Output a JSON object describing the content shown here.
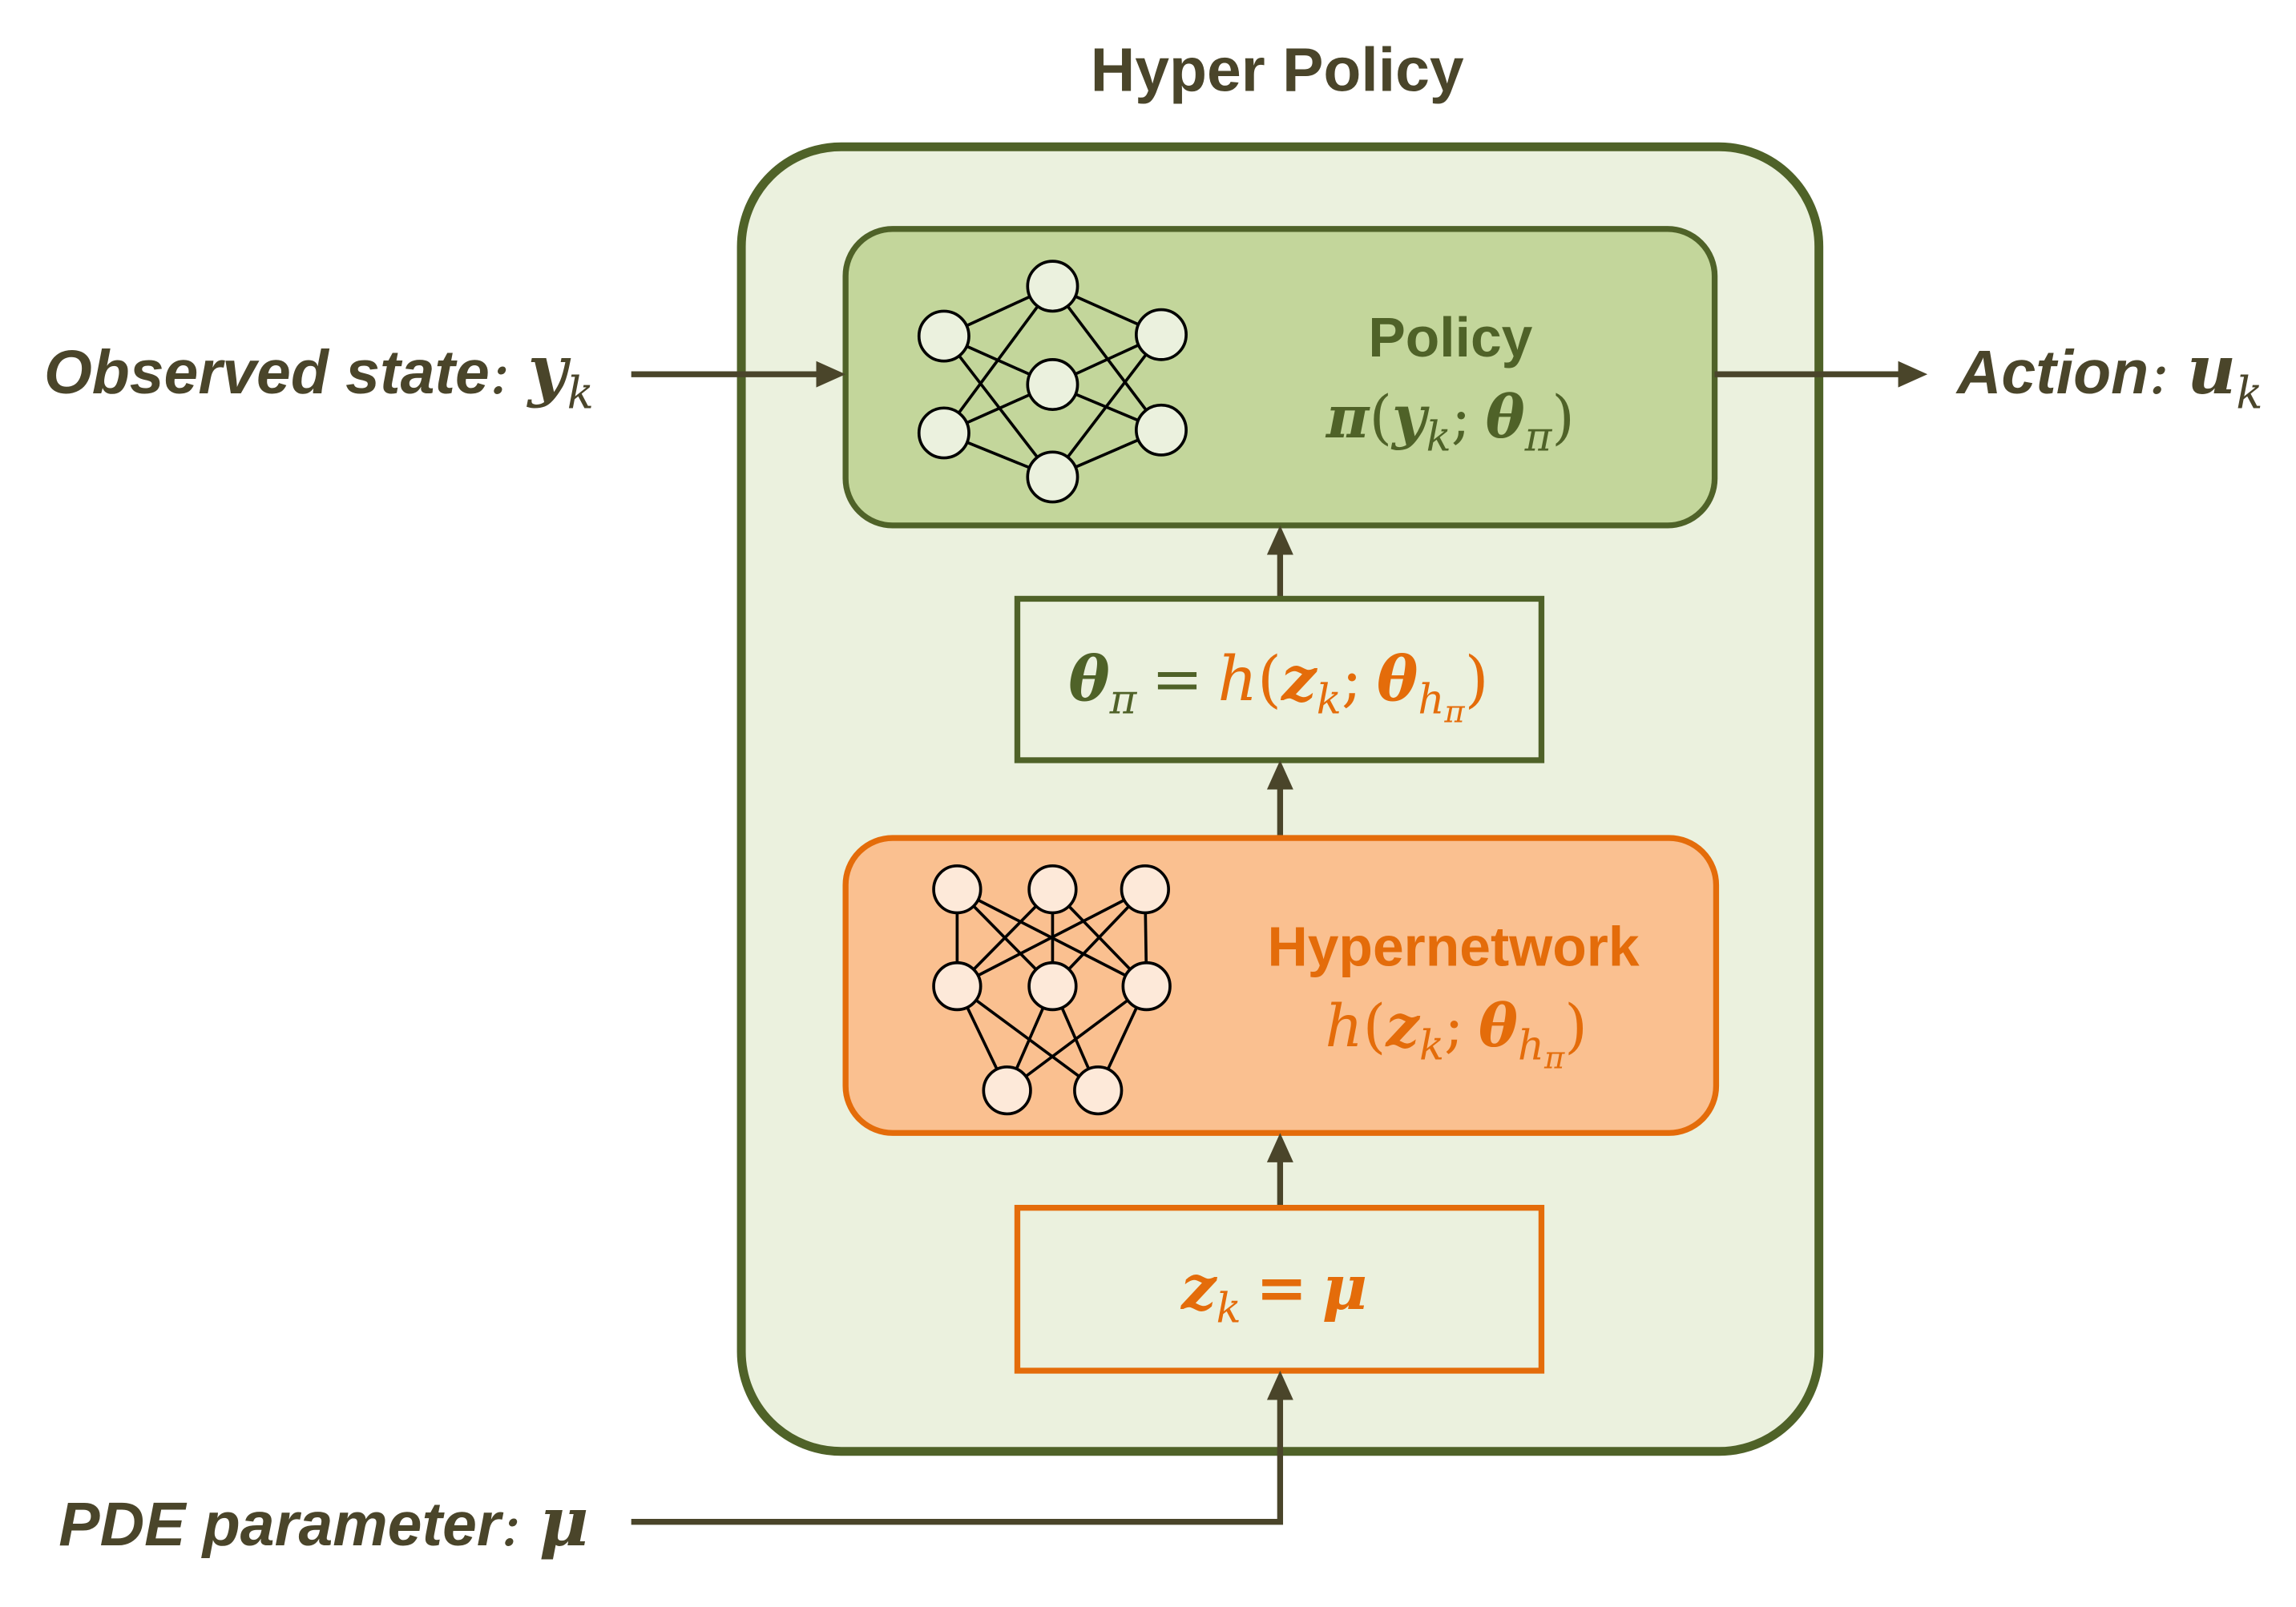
{
  "title": "Hyper Policy",
  "colors": {
    "ink": "#4a452a",
    "policy_green": "#4f6228",
    "hypernetwork_orange": "#e46c0a",
    "container_fill": "#ebf1de",
    "policy_fill": "#c3d69b",
    "hypernetwork_fill": "#fac090",
    "policy_node_fill": "#ebf1de",
    "hypernetwork_node_fill": "#fde9d9"
  },
  "icons": {
    "policy": "neural-network-icon",
    "hypernetwork": "neural-network-icon"
  },
  "inputs": {
    "observed_state": {
      "label": "Observed state",
      "separator": ":",
      "symbol": "y",
      "subscript": "k"
    },
    "pde_parameter": {
      "label": "PDE parameter",
      "separator": ":",
      "symbol": "μ"
    }
  },
  "output": {
    "action": {
      "label": "Action",
      "separator": ":",
      "symbol": "u",
      "subscript": "k"
    }
  },
  "policy": {
    "title": "Policy",
    "formula": [
      "π",
      "(",
      "y",
      "k",
      ";",
      "θ",
      "π",
      ")"
    ]
  },
  "policy_parameters": {
    "formula": [
      "θ",
      "π",
      "=",
      "h",
      "(",
      "z",
      "k",
      ";",
      "θ",
      "h",
      "π",
      ")"
    ]
  },
  "hypernetwork": {
    "title": "Hypernetwork",
    "formula": [
      "h",
      "(",
      "z",
      "k",
      ";",
      "θ",
      "h",
      "π",
      ")"
    ]
  },
  "context": {
    "formula": [
      "z",
      "k",
      "=",
      "μ"
    ]
  }
}
